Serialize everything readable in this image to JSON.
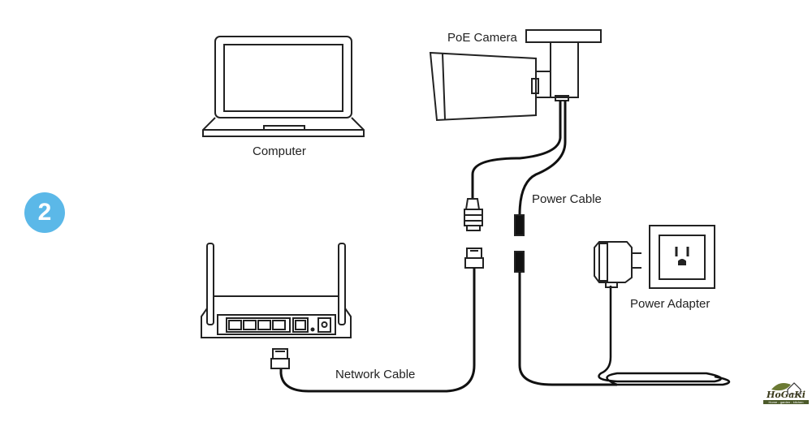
{
  "step_badge": {
    "number": "2",
    "color": "#5bb8e8"
  },
  "labels": {
    "computer": "Computer",
    "camera": "PoE Camera",
    "power_cable": "Power Cable",
    "power_adapter": "Power Adapter",
    "network_cable": "Network Cable"
  },
  "logo": {
    "name": "HoGaKi",
    "tagline": "Home - garden - kitchen"
  },
  "colors": {
    "line": "#222222",
    "cable": "#111111"
  }
}
